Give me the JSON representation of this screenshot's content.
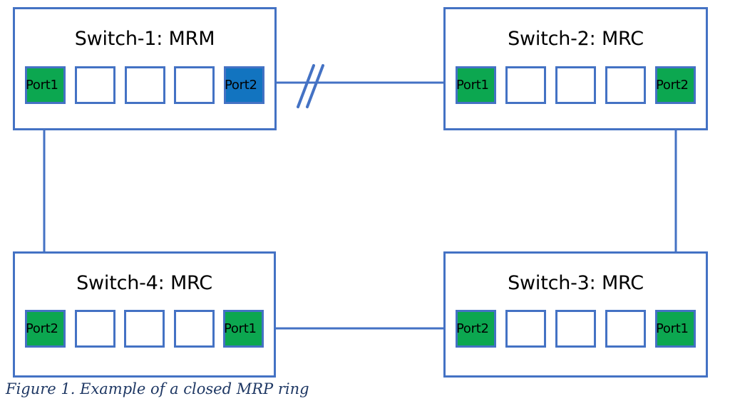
{
  "figure": {
    "caption": "Figure 1. Example of a closed MRP ring",
    "topology": "ring",
    "colors": {
      "outline": "#4472C4",
      "port_active": "#0CA750",
      "port_blocked": "#1274C0",
      "caption_text": "#1F3864",
      "background": "#FFFFFF"
    }
  },
  "switches": [
    {
      "id": "switch-1",
      "title": "Switch-1: MRM",
      "role": "MRM",
      "ports": [
        {
          "label": "Port1",
          "state": "active"
        },
        {
          "label": "",
          "state": "empty"
        },
        {
          "label": "",
          "state": "empty"
        },
        {
          "label": "",
          "state": "empty"
        },
        {
          "label": "Port2",
          "state": "blocked"
        }
      ]
    },
    {
      "id": "switch-2",
      "title": "Switch-2: MRC",
      "role": "MRC",
      "ports": [
        {
          "label": "Port1",
          "state": "active"
        },
        {
          "label": "",
          "state": "empty"
        },
        {
          "label": "",
          "state": "empty"
        },
        {
          "label": "",
          "state": "empty"
        },
        {
          "label": "Port2",
          "state": "active"
        }
      ]
    },
    {
      "id": "switch-4",
      "title": "Switch-4: MRC",
      "role": "MRC",
      "ports": [
        {
          "label": "Port2",
          "state": "active"
        },
        {
          "label": "",
          "state": "empty"
        },
        {
          "label": "",
          "state": "empty"
        },
        {
          "label": "",
          "state": "empty"
        },
        {
          "label": "Port1",
          "state": "active"
        }
      ]
    },
    {
      "id": "switch-3",
      "title": "Switch-3: MRC",
      "role": "MRC",
      "ports": [
        {
          "label": "Port2",
          "state": "active"
        },
        {
          "label": "",
          "state": "empty"
        },
        {
          "label": "",
          "state": "empty"
        },
        {
          "label": "",
          "state": "empty"
        },
        {
          "label": "Port1",
          "state": "active"
        }
      ]
    }
  ],
  "links": [
    {
      "id": "link-top",
      "from": "switch-1.Port2",
      "to": "switch-2.Port1",
      "blocked": true,
      "marker": "//"
    },
    {
      "id": "link-right",
      "from": "switch-2.Port2",
      "to": "switch-3.Port1",
      "blocked": false,
      "marker": ""
    },
    {
      "id": "link-bottom",
      "from": "switch-3.Port2",
      "to": "switch-4.Port1",
      "blocked": false,
      "marker": ""
    },
    {
      "id": "link-left",
      "from": "switch-4.Port2",
      "to": "switch-1.Port1",
      "blocked": false,
      "marker": ""
    }
  ]
}
